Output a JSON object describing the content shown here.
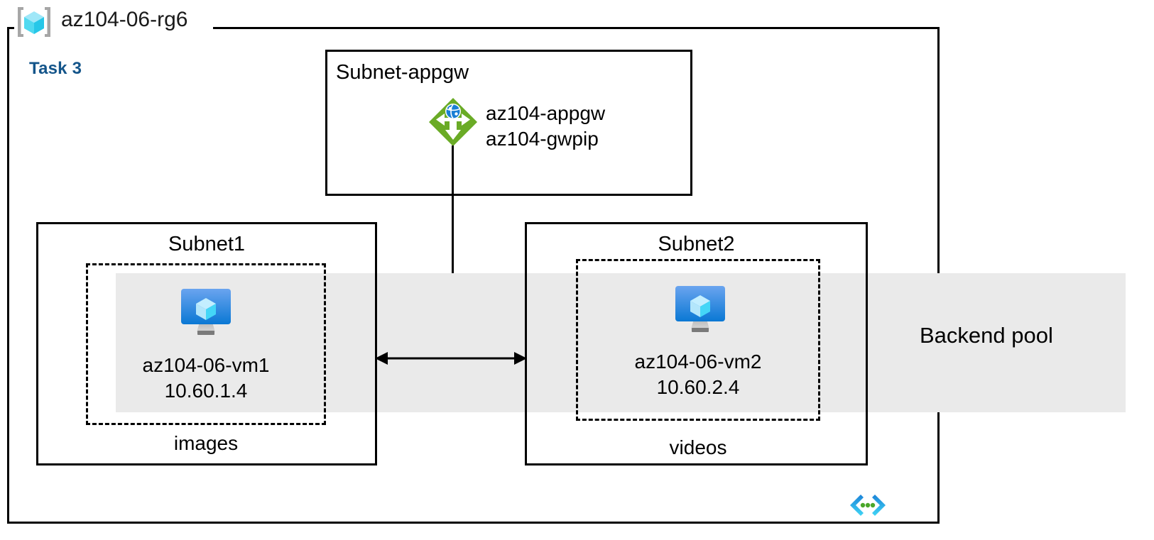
{
  "diagram": {
    "title": "az104-06-rg6",
    "task_label": "Task 3",
    "accent_color": "#14558a",
    "band_color": "#eaeaea",
    "resource_group": {
      "name": "az104-06-rg6",
      "icon": "resource-group-icon"
    },
    "subnets": [
      {
        "name": "Subnet-appgw",
        "resources": [
          {
            "icon": "application-gateway-icon",
            "names": [
              "az104-appgw",
              "az104-gwpip"
            ]
          }
        ]
      },
      {
        "name": "Subnet1",
        "caption": "images",
        "vm": {
          "icon": "virtual-machine-icon",
          "name": "az104-06-vm1",
          "ip": "10.60.1.4"
        }
      },
      {
        "name": "Subnet2",
        "caption": "videos",
        "vm": {
          "icon": "virtual-machine-icon",
          "name": "az104-06-vm2",
          "ip": "10.60.2.4"
        }
      }
    ],
    "backend_pool": {
      "label": "Backend pool"
    },
    "footer": {
      "icon": "code-template-icon"
    }
  }
}
